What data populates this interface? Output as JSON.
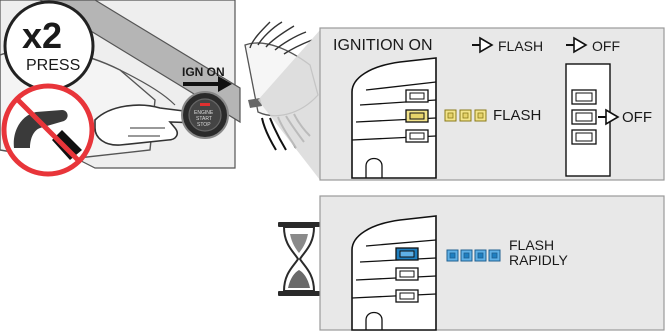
{
  "step1": {
    "multiplier": "x2",
    "press": "PRESS",
    "button_label": "IGN ON",
    "push_button_text": [
      "ENGINE",
      "START",
      "STOP"
    ],
    "no_brake_icon": "no-brake-pedal-icon"
  },
  "panel_top": {
    "sequence": {
      "ignition_on": "IGNITION ON",
      "flash": "FLASH",
      "off": "OFF"
    },
    "cluster_flash_label": "FLASH",
    "side_off_label": "OFF",
    "highlight_color": "#f3e48a",
    "lamp_color": "#e6d36a"
  },
  "panel_bottom": {
    "icon": "hourglass-icon",
    "flash_label_line1": "FLASH",
    "flash_label_line2": "RAPIDLY",
    "highlight_color": "#1f7fc0"
  },
  "colors": {
    "panel_bg": "#e8e8e8",
    "panel_border": "#9a9a9a",
    "prohibit_red": "#e8353a"
  }
}
